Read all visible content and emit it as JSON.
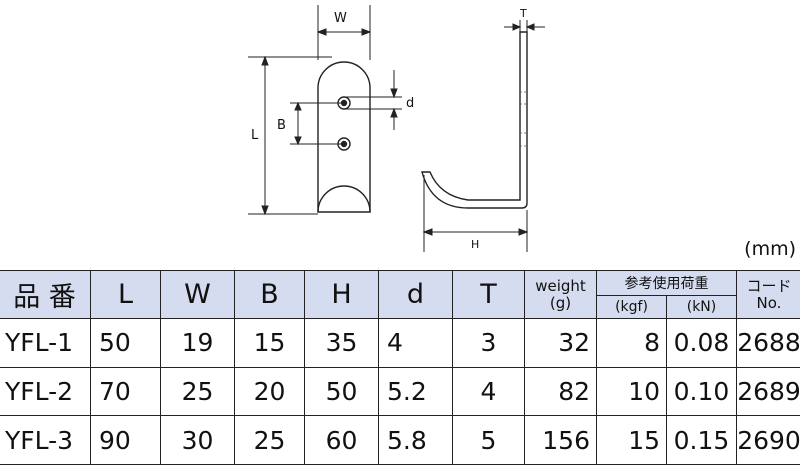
{
  "drawing": {
    "labels": {
      "W": "W",
      "T": "T",
      "L": "L",
      "B": "B",
      "d": "d",
      "H": "H"
    }
  },
  "unit": "(mm)",
  "table": {
    "headers": {
      "model": "品 番",
      "L": "L",
      "W": "W",
      "B": "B",
      "H": "H",
      "d": "d",
      "T": "T",
      "weight": "weight",
      "weight_unit": "(g)",
      "load": "参考使用荷重",
      "kgf": "(kgf)",
      "kN": "(kN)",
      "code": "コード",
      "code_no": "No."
    },
    "rows": [
      {
        "model": "YFL-1",
        "L": "50",
        "W": "19",
        "B": "15",
        "H": "35",
        "d": "4",
        "T": "3",
        "weight": "32",
        "kgf": "8",
        "kN": "0.08",
        "code": "2688"
      },
      {
        "model": "YFL-2",
        "L": "70",
        "W": "25",
        "B": "20",
        "H": "50",
        "d": "5.2",
        "T": "4",
        "weight": "82",
        "kgf": "10",
        "kN": "0.10",
        "code": "2689"
      },
      {
        "model": "YFL-3",
        "L": "90",
        "W": "30",
        "B": "25",
        "H": "60",
        "d": "5.8",
        "T": "5",
        "weight": "156",
        "kgf": "15",
        "kN": "0.15",
        "code": "2690"
      }
    ]
  }
}
